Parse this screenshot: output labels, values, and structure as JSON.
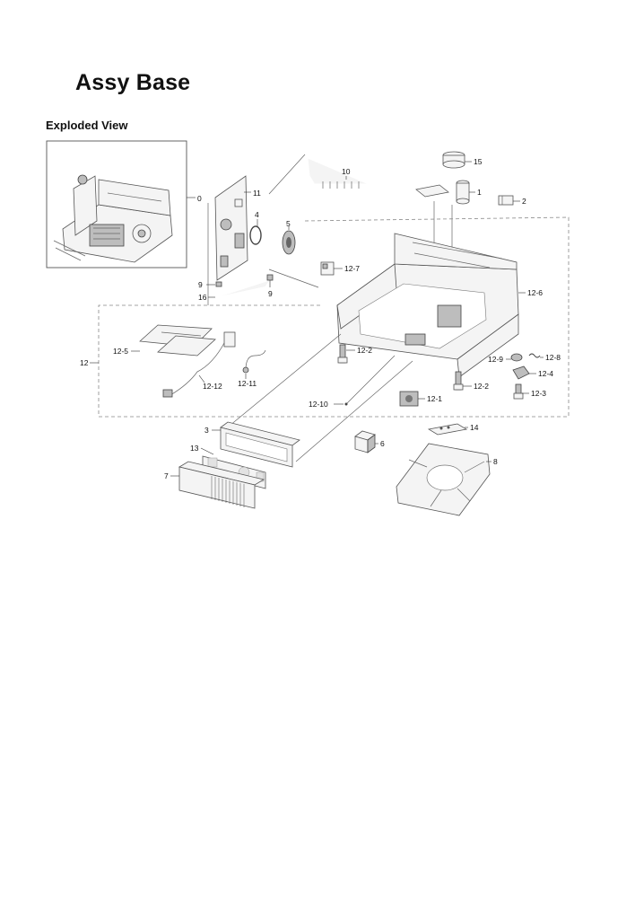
{
  "title": "Assy Base",
  "subtitle": "Exploded View",
  "labels": {
    "p0": "0",
    "p1": "1",
    "p2": "2",
    "p3": "3",
    "p4": "4",
    "p5": "5",
    "p6": "6",
    "p7": "7",
    "p8": "8",
    "p9a": "9",
    "p9b": "9",
    "p10": "10",
    "p11": "11",
    "p12": "12",
    "p13": "13",
    "p14": "14",
    "p15": "15",
    "p16": "16",
    "p12_1": "12-1",
    "p12_2a": "12-2",
    "p12_2b": "12-2",
    "p12_3": "12-3",
    "p12_4": "12-4",
    "p12_5": "12-5",
    "p12_6": "12-6",
    "p12_7": "12-7",
    "p12_8": "12-8",
    "p12_9": "12-9",
    "p12_10": "12-10",
    "p12_11": "12-11",
    "p12_12": "12-12"
  }
}
